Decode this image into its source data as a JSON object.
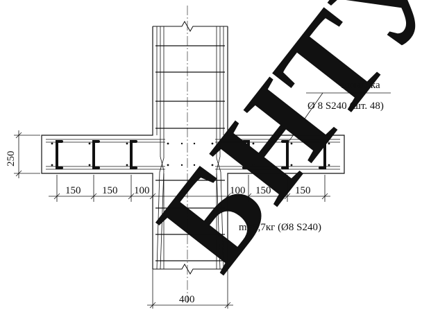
{
  "labels": {
    "pin_title": "шпилька",
    "pin_spec": "Ø 8 S240 (шт. 48)",
    "slab_thickness": "250",
    "mass": "m=5,7кг (Ø8 S240)",
    "column_width": "400",
    "dims_left": [
      "150",
      "150",
      "100"
    ],
    "dims_right": [
      "100",
      "150",
      "150"
    ]
  },
  "watermark": "БНТУ",
  "colors": {
    "line": "#111111",
    "watermark": "#e4e4e4"
  }
}
